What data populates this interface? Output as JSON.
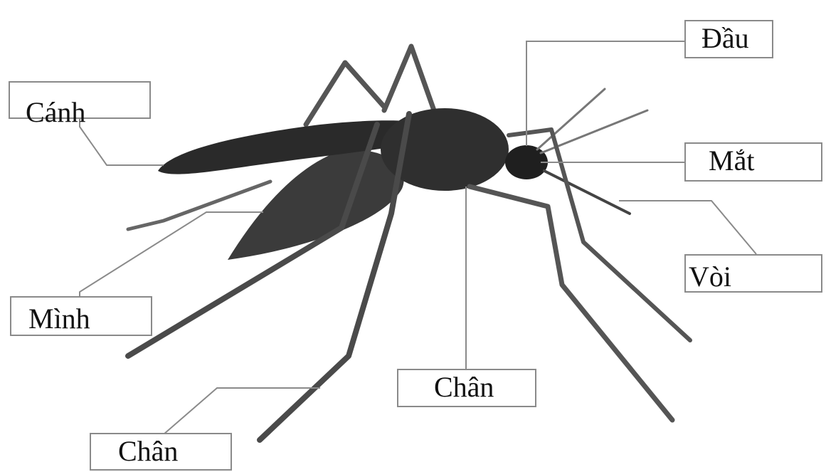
{
  "labels": {
    "head": "Đầu",
    "wing": "Cánh",
    "eye": "Mắt",
    "proboscis": "Vòi",
    "body": "Mình",
    "leg_middle": "Chân",
    "leg_bottom": "Chân"
  },
  "colors": {
    "line": "#8a8a8a",
    "insect_dark": "#2a2a2a",
    "insect_mid": "#4a4a4a",
    "background": "#ffffff"
  }
}
